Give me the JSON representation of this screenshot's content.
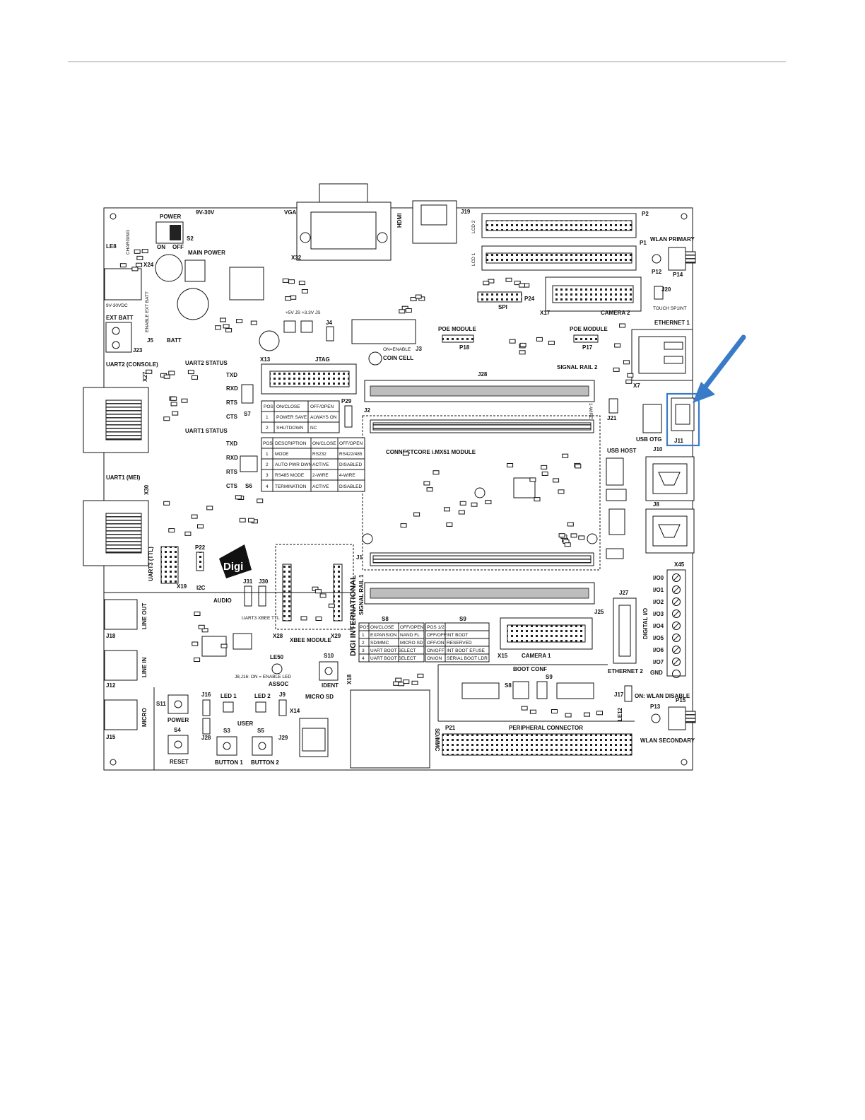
{
  "board": {
    "brand": "DIGI INTERNATIONAL",
    "module_name": "CONNECTCORE i.MX51 MODULE",
    "highlight_color": "#3a7bc8",
    "highlighted_part": "J11"
  },
  "labels": {
    "power": "POWER",
    "v9_30": "9V-30V",
    "main_power": "MAIN POWER",
    "on": "ON",
    "off": "OFF",
    "led": "LE8",
    "charging": "CHARGING",
    "dc_in": "9V-30VDC",
    "enable_ext_batt": "ENABLE EXT BATT",
    "ext_batt": "EXT BATT",
    "batt": "BATT",
    "vga": "VGA",
    "hdmi": "HDMI",
    "lcd2": "LCD 2",
    "lcd1": "LCD 1",
    "p1": "P1",
    "p2": "P2",
    "wlan_primary": "WLAN PRIMARY",
    "p12": "P12",
    "p14": "P14",
    "touch": "TOUCH SP1INT",
    "j20": "J20",
    "ethernet1": "ETHERNET 1",
    "x7": "X7",
    "camera2": "CAMERA 2",
    "x17": "X17",
    "spi": "SPI",
    "p24": "P24",
    "poe_module": "POE MODULE",
    "p18": "P18",
    "p17": "P17",
    "signal_rail2": "SIGNAL RAIL 2",
    "j28": "J28",
    "coin_cell": "COIN CELL",
    "on_enable": "ON=ENABLE",
    "j3": "J3",
    "j4": "J4",
    "v5_js": "+5V JS +3.3V JS",
    "jtag": "JTAG",
    "x13": "X13",
    "j2": "J2",
    "p29": "P29",
    "uart2_console": "UART2 (CONSOLE)",
    "x27": "X27",
    "uart2_status": "UART2 STATUS",
    "uart1_status": "UART1 STATUS",
    "txd": "TXD",
    "rxd": "RXD",
    "rts": "RTS",
    "cts": "CTS",
    "s7": "S7",
    "s6": "S6",
    "uart1_mei": "UART1 (MEI)",
    "x30": "X30",
    "uart3_ttl": "UART3 (TTL)",
    "x19": "X19",
    "p22": "P22",
    "i2c": "I2C",
    "digi": "Digi",
    "j1": "J1",
    "signal_rail1": "SIGNAL RAIL 1",
    "xbee_module": "XBEE MODULE",
    "x28": "X28",
    "x29": "X29",
    "uart3_xbee": "UART3 XBEE TTL",
    "j31": "J31",
    "j30": "J30",
    "audio": "AUDIO",
    "line_out": "LINE OUT",
    "j18": "J18",
    "line_in": "LINE IN",
    "j12": "J12",
    "micro": "MICRO",
    "j15": "J15",
    "s11": "S11",
    "power_btn": "POWER",
    "s4": "S4",
    "reset": "RESET",
    "j16": "J16",
    "j28b": "J28",
    "led1": "LED 1",
    "led2": "LED 2",
    "user": "USER",
    "s3": "S3",
    "s5": "S5",
    "button1": "BUTTON 1",
    "button2": "BUTTON 2",
    "j9": "J9",
    "x14": "X14",
    "j29": "J29",
    "micro_sd": "MICRO SD",
    "sd_mmc": "SD/MMC",
    "x18": "X18",
    "le50": "LE50",
    "assoc": "ASSOC",
    "s10": "S10",
    "ident": "IDENT",
    "enable_led": "J8,J16: ON = ENABLE LED",
    "s8": "S8",
    "s9": "S9",
    "camera1": "CAMERA 1",
    "x15": "X15",
    "boot_conf": "BOOT CONF",
    "p21": "P21",
    "peripheral_connector": "PERIPHERAL CONNECTOR",
    "j25": "J25",
    "j27": "J27",
    "ethernet2": "ETHERNET 2",
    "digital_io": "DIGITAL I/O",
    "x45": "X45",
    "gnd": "GND",
    "j17": "J17",
    "wlan_disable": "ON: WLAN DISABLE",
    "p13": "P13",
    "p15": "P15",
    "wlan_secondary": "WLAN SECONDARY",
    "le12": "LE12",
    "usb_otg": "USB OTG",
    "j11": "J11",
    "usb_host": "USB HOST",
    "j10": "J10",
    "j8": "J8",
    "j21": "J21",
    "wire1": "1-WIRE",
    "x24": "X24",
    "j5": "J5",
    "j23": "J23",
    "s2": "S2",
    "x32": "X32",
    "j19": "J19"
  },
  "io_labels": [
    "I/O0",
    "I/O1",
    "I/O2",
    "I/O3",
    "I/O4",
    "I/O5",
    "I/O6",
    "I/O7"
  ],
  "table_s7": {
    "headers": [
      "POS",
      "ON/CLOSE",
      "OFF/OPEN"
    ],
    "rows": [
      [
        "1",
        "POWER SAVE",
        "ALWAYS ON"
      ],
      [
        "2",
        "SHUTDOWN",
        "NC"
      ]
    ]
  },
  "table_s6": {
    "headers": [
      "POS",
      "DESCRIPTION",
      "ON/CLOSE",
      "OFF/OPEN"
    ],
    "rows": [
      [
        "1",
        "MODE",
        "RS232",
        "RS422/485"
      ],
      [
        "2",
        "AUTO PWR DWN",
        "ACTIVE",
        "DISABLED"
      ],
      [
        "3",
        "RS485 MODE",
        "2-WIRE",
        "4-WIRE"
      ],
      [
        "4",
        "TERMINATION",
        "ACTIVE",
        "DISABLED"
      ]
    ]
  },
  "table_s8": {
    "headers": [
      "POS",
      "ON/CLOSE",
      "OFF/OPEN"
    ],
    "rows": [
      [
        "1",
        "EXPANSION",
        "NAND FL"
      ],
      [
        "2",
        "SD/MMC",
        "MICRO SD"
      ],
      [
        "3",
        "UART BOOT SELECT",
        ""
      ],
      [
        "4",
        "UART BOOT SELECT",
        ""
      ]
    ]
  },
  "table_s9": {
    "headers": [
      "POS 1/2",
      ""
    ],
    "rows": [
      [
        "OFF/OFF",
        "INT BOOT"
      ],
      [
        "OFF/ON",
        "RESERVED"
      ],
      [
        "ON/OFF",
        "INT BOOT EFUSE"
      ],
      [
        "ON/ON",
        "SERIAL BOOT LDR"
      ]
    ]
  }
}
